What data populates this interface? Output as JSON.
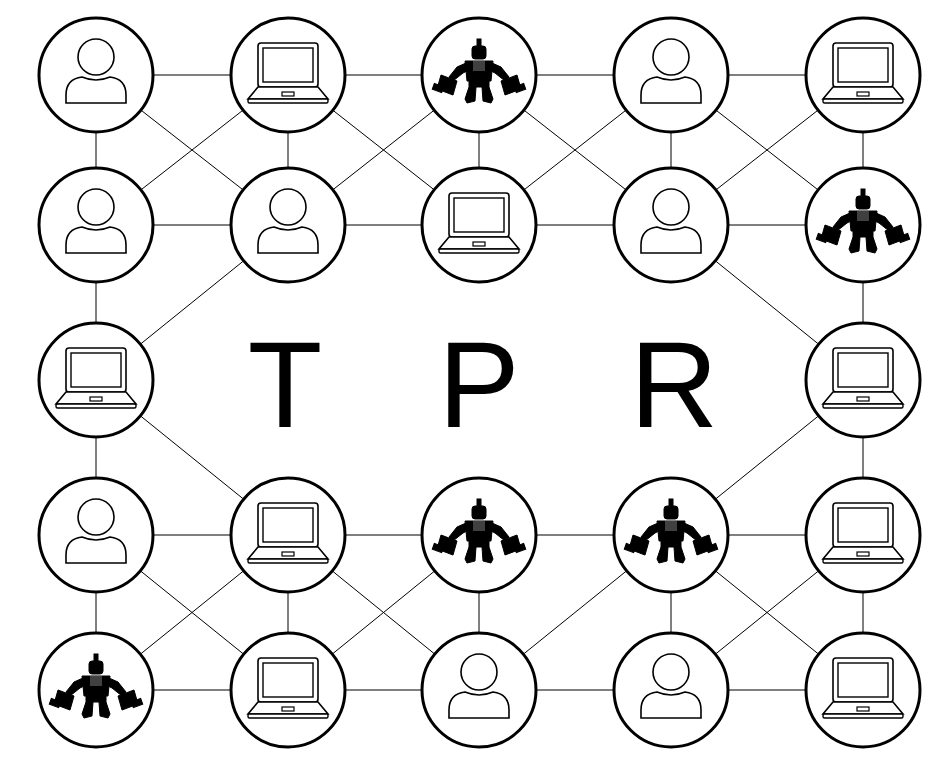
{
  "diagram": {
    "nodes": [
      {
        "text": []
      },
      {
        "text": []
      },
      {
        "text": []
      },
      {
        "text": []
      },
      {
        "text": []
      },
      {
        "text": []
      },
      {
        "text": []
      },
      {
        "text": []
      },
      {
        "text": []
      },
      {
        "text": []
      },
      {
        "text": []
      },
      {
        "text": []
      },
      {
        "text": []
      },
      {
        "text": []
      },
      {
        "text": []
      },
      {
        "text": []
      },
      {
        "text": []
      },
      {
        "text": []
      },
      {
        "text": []
      },
      {
        "text": []
      },
      {
        "text": []
      },
      {
        "text": []
      }
    ],
    "edges": [
      {
        "from": 0,
        "to": 1,
        "arrow": "none"
      },
      {
        "from": 1,
        "to": 2,
        "arrow": "none"
      },
      {
        "from": 2,
        "to": 3,
        "arrow": "none"
      },
      {
        "from": 3,
        "to": 4,
        "arrow": "none"
      },
      {
        "from": 0,
        "to": 5,
        "arrow": "none"
      },
      {
        "from": 1,
        "to": 6,
        "arrow": "none"
      },
      {
        "from": 2,
        "to": 7,
        "arrow": "none"
      },
      {
        "from": 3,
        "to": 8,
        "arrow": "none"
      },
      {
        "from": 4,
        "to": 9,
        "arrow": "none"
      },
      {
        "from": 0,
        "to": 6,
        "arrow": "none"
      },
      {
        "from": 1,
        "to": 5,
        "arrow": "none"
      },
      {
        "from": 1,
        "to": 7,
        "arrow": "none"
      },
      {
        "from": 2,
        "to": 6,
        "arrow": "none"
      },
      {
        "from": 2,
        "to": 8,
        "arrow": "none"
      },
      {
        "from": 3,
        "to": 7,
        "arrow": "none"
      },
      {
        "from": 3,
        "to": 9,
        "arrow": "none"
      },
      {
        "from": 4,
        "to": 8,
        "arrow": "none"
      },
      {
        "from": 5,
        "to": 6,
        "arrow": "none"
      },
      {
        "from": 6,
        "to": 7,
        "arrow": "none"
      },
      {
        "from": 7,
        "to": 8,
        "arrow": "none"
      },
      {
        "from": 8,
        "to": 9,
        "arrow": "none"
      },
      {
        "from": 5,
        "to": 10,
        "arrow": "none"
      },
      {
        "from": 6,
        "to": 10,
        "arrow": "none"
      },
      {
        "from": 9,
        "to": 11,
        "arrow": "none"
      },
      {
        "from": 8,
        "to": 11,
        "arrow": "none"
      },
      {
        "from": 10,
        "to": 12,
        "arrow": "none"
      },
      {
        "from": 10,
        "to": 13,
        "arrow": "none"
      },
      {
        "from": 11,
        "to": 16,
        "arrow": "none"
      },
      {
        "from": 11,
        "to": 15,
        "arrow": "none"
      },
      {
        "from": 12,
        "to": 13,
        "arrow": "none"
      },
      {
        "from": 13,
        "to": 14,
        "arrow": "none"
      },
      {
        "from": 14,
        "to": 15,
        "arrow": "none"
      },
      {
        "from": 15,
        "to": 16,
        "arrow": "none"
      },
      {
        "from": 12,
        "to": 17,
        "arrow": "none"
      },
      {
        "from": 13,
        "to": 18,
        "arrow": "none"
      },
      {
        "from": 14,
        "to": 19,
        "arrow": "none"
      },
      {
        "from": 15,
        "to": 20,
        "arrow": "none"
      },
      {
        "from": 16,
        "to": 21,
        "arrow": "none"
      },
      {
        "from": 12,
        "to": 18,
        "arrow": "none"
      },
      {
        "from": 13,
        "to": 17,
        "arrow": "none"
      },
      {
        "from": 13,
        "to": 19,
        "arrow": "none"
      },
      {
        "from": 14,
        "to": 18,
        "arrow": "none"
      },
      {
        "from": 15,
        "to": 19,
        "arrow": "none"
      },
      {
        "from": 15,
        "to": 21,
        "arrow": "none"
      },
      {
        "from": 16,
        "to": 20,
        "arrow": "none"
      },
      {
        "from": 17,
        "to": 18,
        "arrow": "none"
      },
      {
        "from": 18,
        "to": 19,
        "arrow": "none"
      },
      {
        "from": 19,
        "to": 20,
        "arrow": "none"
      },
      {
        "from": 20,
        "to": 21,
        "arrow": "none"
      }
    ],
    "labels": [
      "T",
      "P",
      "R"
    ]
  }
}
